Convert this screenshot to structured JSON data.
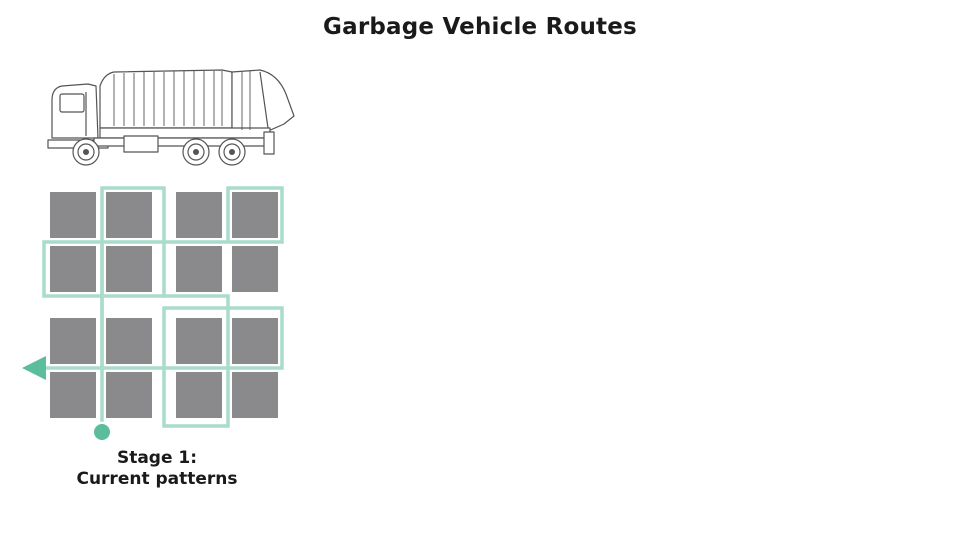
{
  "slide": {
    "title": "Garbage Vehicle Routes"
  },
  "stage": {
    "line1": "Stage 1:",
    "line2": "Current patterns"
  },
  "colors": {
    "route": "#a9dccb",
    "route_marker": "#5cbd9c",
    "block": "#8a8a8c",
    "truck_line": "#555555"
  },
  "icons": {
    "truck": "garbage-truck-icon",
    "start": "route-start-dot",
    "exit": "route-exit-arrow"
  }
}
